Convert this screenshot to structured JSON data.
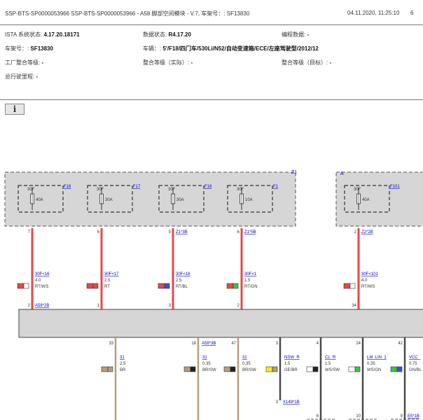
{
  "header": {
    "title": "SSP-BTS-SP0000053966 SSP-BTS-SP0000053966 - A58 脚部空间模块 - V.7, 车架号：: SF13830",
    "datetime": "04.11.2020, 11:25:10",
    "page": "6"
  },
  "info": {
    "ista_label": "ISTA 系统状态:",
    "ista_value": "4.17.20.18171",
    "data_label": "数据状态:",
    "data_value": "R4.17.20",
    "prog_label": "编程数据:",
    "prog_value": "-",
    "vin_label": "车架号：:",
    "vin_value": "SF13830",
    "vehicle_label": "车辆：:",
    "vehicle_value": "5'/F18/四门车/530Li/N52/自动变速箱/ECE/左座驾驶型/2012/12",
    "factory_label": "工厂整合等级:",
    "factory_value": "-",
    "actual_label": "整合等级（实际）:",
    "actual_value": "-",
    "target_label": "整合等级（目标）:",
    "target_value": "-",
    "mileage_label": "总行驶里程:",
    "mileage_value": "-"
  },
  "info_button": {
    "glyph": "i"
  },
  "diagram": {
    "z1_label": "Z1",
    "module_label": "A58*2B",
    "colors": {
      "red": "#e8474a",
      "gray": "#d6d6d6",
      "link": "#0000cc",
      "wire_tan": "#b99c7a",
      "wire_dark": "#4a4a4a"
    },
    "fuses": [
      {
        "code": "30F",
        "amp": "40A",
        "name": "F16",
        "pin": "7",
        "wire": "30F<16",
        "gauge": "4.0",
        "color": "RT/WS",
        "c1": "#e8474a",
        "c2": "#ffffff",
        "bottom_pin": "2"
      },
      {
        "code": "30F",
        "amp": "30A",
        "name": "F17",
        "pin": "6",
        "wire": "30F<17",
        "gauge": "2.5",
        "color": "RT",
        "c1": "#e8474a",
        "c2": "#e8474a",
        "bottom_pin": "1"
      },
      {
        "code": "30F",
        "amp": "30A",
        "name": "F18",
        "pin": "5",
        "pin_label": "Z1*3B",
        "wire": "30F<18",
        "gauge": "2.5",
        "color": "RT/BL",
        "c1": "#e8474a",
        "c2": "#3a52d6",
        "bottom_pin": "3"
      },
      {
        "code": "30F",
        "amp": "10A",
        "name": "F1",
        "pin": "6",
        "pin_label": "Z1*5B",
        "wire": "30F<1",
        "gauge": "1.5",
        "color": "RT/GN",
        "c1": "#e8474a",
        "c2": "#2ecc40",
        "bottom_pin": "2"
      },
      {
        "code": "30F",
        "amp": "40A",
        "name": "F101",
        "pin": "2",
        "pin_label": "Z2*2B",
        "wire": "30F<101",
        "gauge": "4.0",
        "color": "RT/WS",
        "c1": "#e8474a",
        "c2": "#ffffff",
        "bottom_pin": "34"
      }
    ],
    "z2_label": "A",
    "lower": [
      {
        "pin": "33",
        "wire": "31",
        "gauge": "2.5",
        "color": "BR",
        "c1": "#b99c7a",
        "c2": "#b99c7a"
      },
      {
        "pin": "18",
        "pin_label": "A58*3B",
        "wire": "31",
        "gauge": "0.35",
        "color": "BR/SW",
        "c1": "#b99c7a",
        "c2": "#222222"
      },
      {
        "pin": "47",
        "wire": "31",
        "gauge": "0.35",
        "color": "BR/SW",
        "c1": "#b99c7a",
        "c2": "#222222"
      },
      {
        "pin": "3",
        "wire": "NSW_R",
        "gauge": "1.5",
        "color": "GE/BR",
        "c1": "#ffee00",
        "c2": "#b99c7a",
        "end_pin": "3",
        "end_label": "X149*1B"
      },
      {
        "pin": "4",
        "wire": "CL_R",
        "gauge": "1.5",
        "color": "WS/SW",
        "c1": "#ffffff",
        "c2": "#222222",
        "end_pin": "6"
      },
      {
        "pin": "24",
        "wire": "LM_LIN_1",
        "gauge": "0.35",
        "color": "WS/GN",
        "c1": "#ffffff",
        "c2": "#2ecc40",
        "end_pin": "10"
      },
      {
        "pin": "42",
        "wire": "VCC_",
        "gauge": "0.75",
        "color": "GN/BL",
        "c1": "#2ecc40",
        "c2": "#3a52d6",
        "end_pin": "9",
        "end_label": "E5*1B"
      }
    ]
  }
}
